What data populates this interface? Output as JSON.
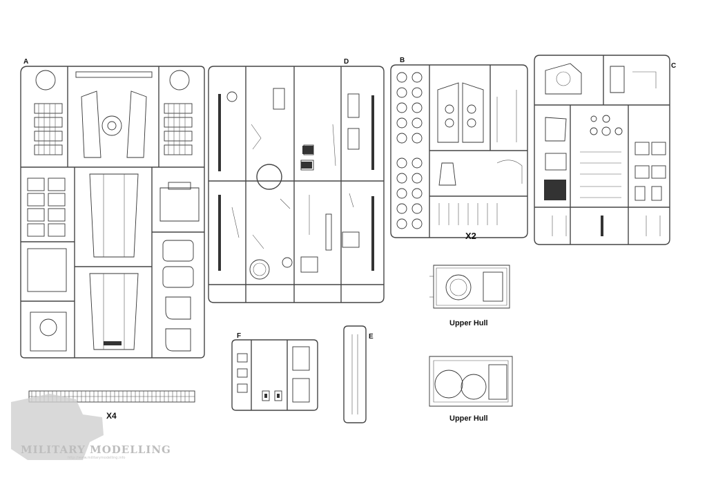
{
  "sprues": {
    "A": {
      "letter": "A"
    },
    "D": {
      "letter": "D"
    },
    "B": {
      "letter": "B",
      "multiplier": "X2"
    },
    "C": {
      "letter": "C"
    },
    "F": {
      "letter": "F"
    },
    "E": {
      "letter": "E"
    },
    "tracks": {
      "multiplier": "X4"
    }
  },
  "hull_parts": [
    {
      "label": "Upper  Hull"
    },
    {
      "label": "Upper  Hull"
    }
  ],
  "watermark": {
    "brand": "MILITARY MODELLING",
    "url": "http://www.militarymodelling.info"
  },
  "colors": {
    "line": "#333333",
    "watermark": "#bdbdbd",
    "background": "#ffffff"
  }
}
